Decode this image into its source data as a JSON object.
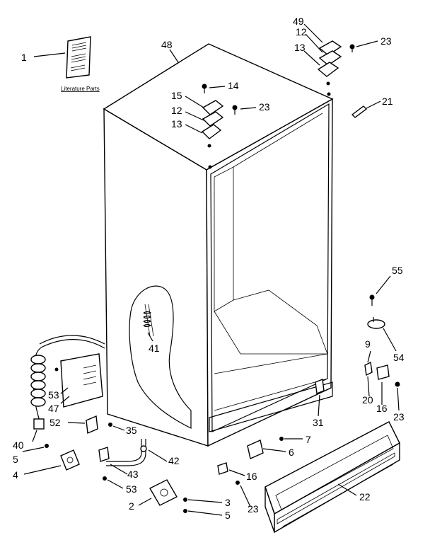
{
  "labels": {
    "l1": "1",
    "l48": "48",
    "l49": "49",
    "l12a": "12",
    "l13a": "13",
    "l23a": "23",
    "l14": "14",
    "l15": "15",
    "l23b": "23",
    "l12b": "12",
    "l13b": "13",
    "l21": "21",
    "l55": "55",
    "l41": "41",
    "l54": "54",
    "l9": "9",
    "l53a": "53",
    "l47": "47",
    "l20": "20",
    "l16a": "16",
    "l23c": "23",
    "l52": "52",
    "l35": "35",
    "l31": "31",
    "l40": "40",
    "l7": "7",
    "l5a": "5",
    "l6": "6",
    "l4": "4",
    "l42": "42",
    "l43": "43",
    "l16b": "16",
    "l53b": "53",
    "l22": "22",
    "l2": "2",
    "l3": "3",
    "l5b": "5",
    "l23d": "23"
  },
  "literature_caption": "Literature Parts"
}
